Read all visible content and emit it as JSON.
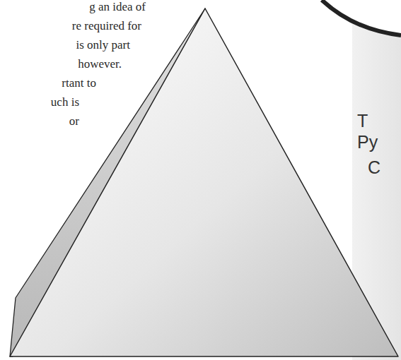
{
  "diagram": {
    "labels": [
      "g an idea of",
      "re required for",
      "is only part",
      "however.",
      "rtant to",
      "uch is",
      "or",
      "T",
      "Py",
      "C"
    ]
  }
}
